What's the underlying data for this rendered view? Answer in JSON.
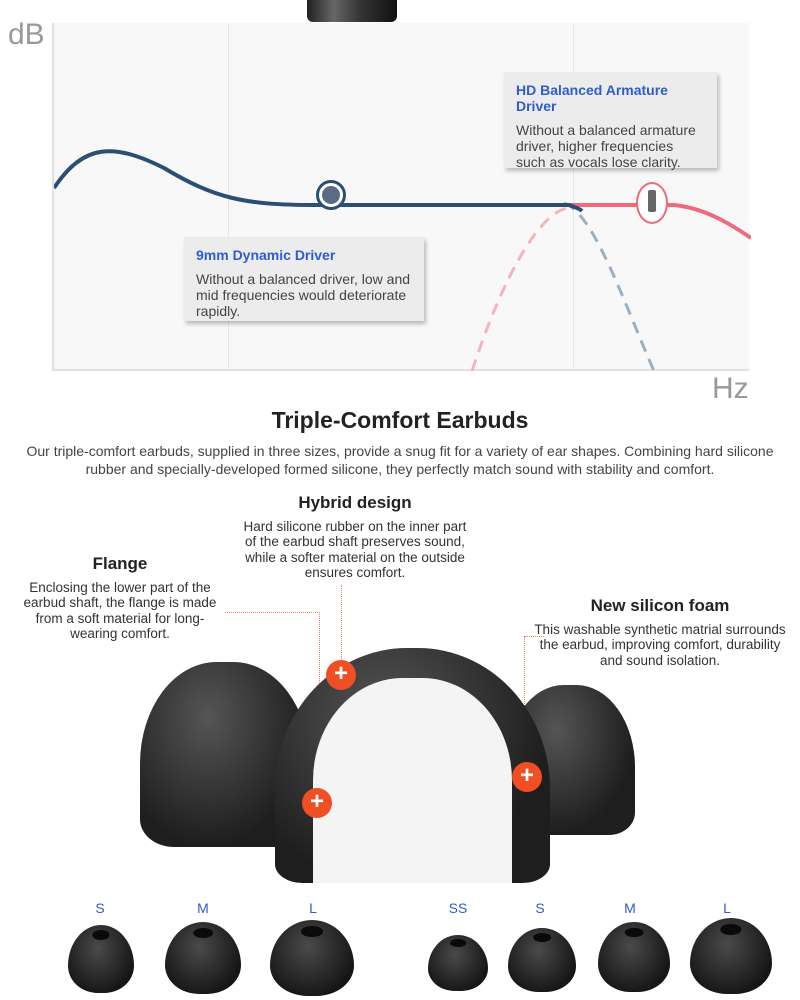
{
  "chart": {
    "y_label": "dB",
    "x_label": "Hz",
    "dynamic_driver": {
      "title": "9mm Dynamic Driver",
      "text": "Without a balanced driver, low and mid frequencies would deteriorate rapidly."
    },
    "armature_driver": {
      "title": "HD Balanced Armature Driver",
      "text": "Without a balanced armature driver, higher frequencies such as vocals lose clarity."
    },
    "colors": {
      "dynamic": "#2a4f73",
      "armature": "#f06a7a"
    }
  },
  "section": {
    "title": "Triple-Comfort Earbuds",
    "intro": "Our triple-comfort earbuds, supplied in three sizes, provide a snug fit for a variety of ear shapes. Combining hard silicone rubber and specially-developed formed silicone, they perfectly match sound with stability and comfort."
  },
  "features": {
    "hybrid": {
      "title": "Hybrid design",
      "text": "Hard silicone rubber on the inner part of the earbud shaft preserves sound, while a softer material on the outside ensures comfort."
    },
    "flange": {
      "title": "Flange",
      "text": "Enclosing the lower part of the earbud shaft, the flange is made from a soft material for long-wearing comfort."
    },
    "foam": {
      "title": "New silicon foam",
      "text": "This washable synthetic matrial surrounds the earbud, improving comfort, durability and sound isolation."
    }
  },
  "sizes_foam": [
    "S",
    "M",
    "L"
  ],
  "sizes_silicone": [
    "SS",
    "S",
    "M",
    "L"
  ],
  "plus_icon": "+"
}
